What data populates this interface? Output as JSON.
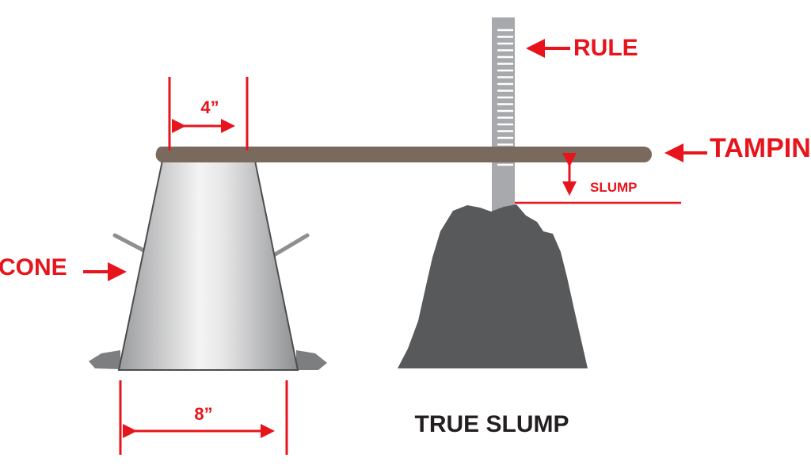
{
  "labels": {
    "top_width": "4”",
    "bottom_width": "8”",
    "cone": "CONE",
    "rule": "RULE",
    "tamping": "TAMPIN",
    "slump": "SLUMP",
    "caption": "TRUE SLUMP"
  },
  "colors": {
    "annotation": "#e8141c",
    "rod": "#7a6a5e",
    "concrete": "#58595b",
    "rule": "#a7a9ac",
    "caption": "#231f20"
  }
}
